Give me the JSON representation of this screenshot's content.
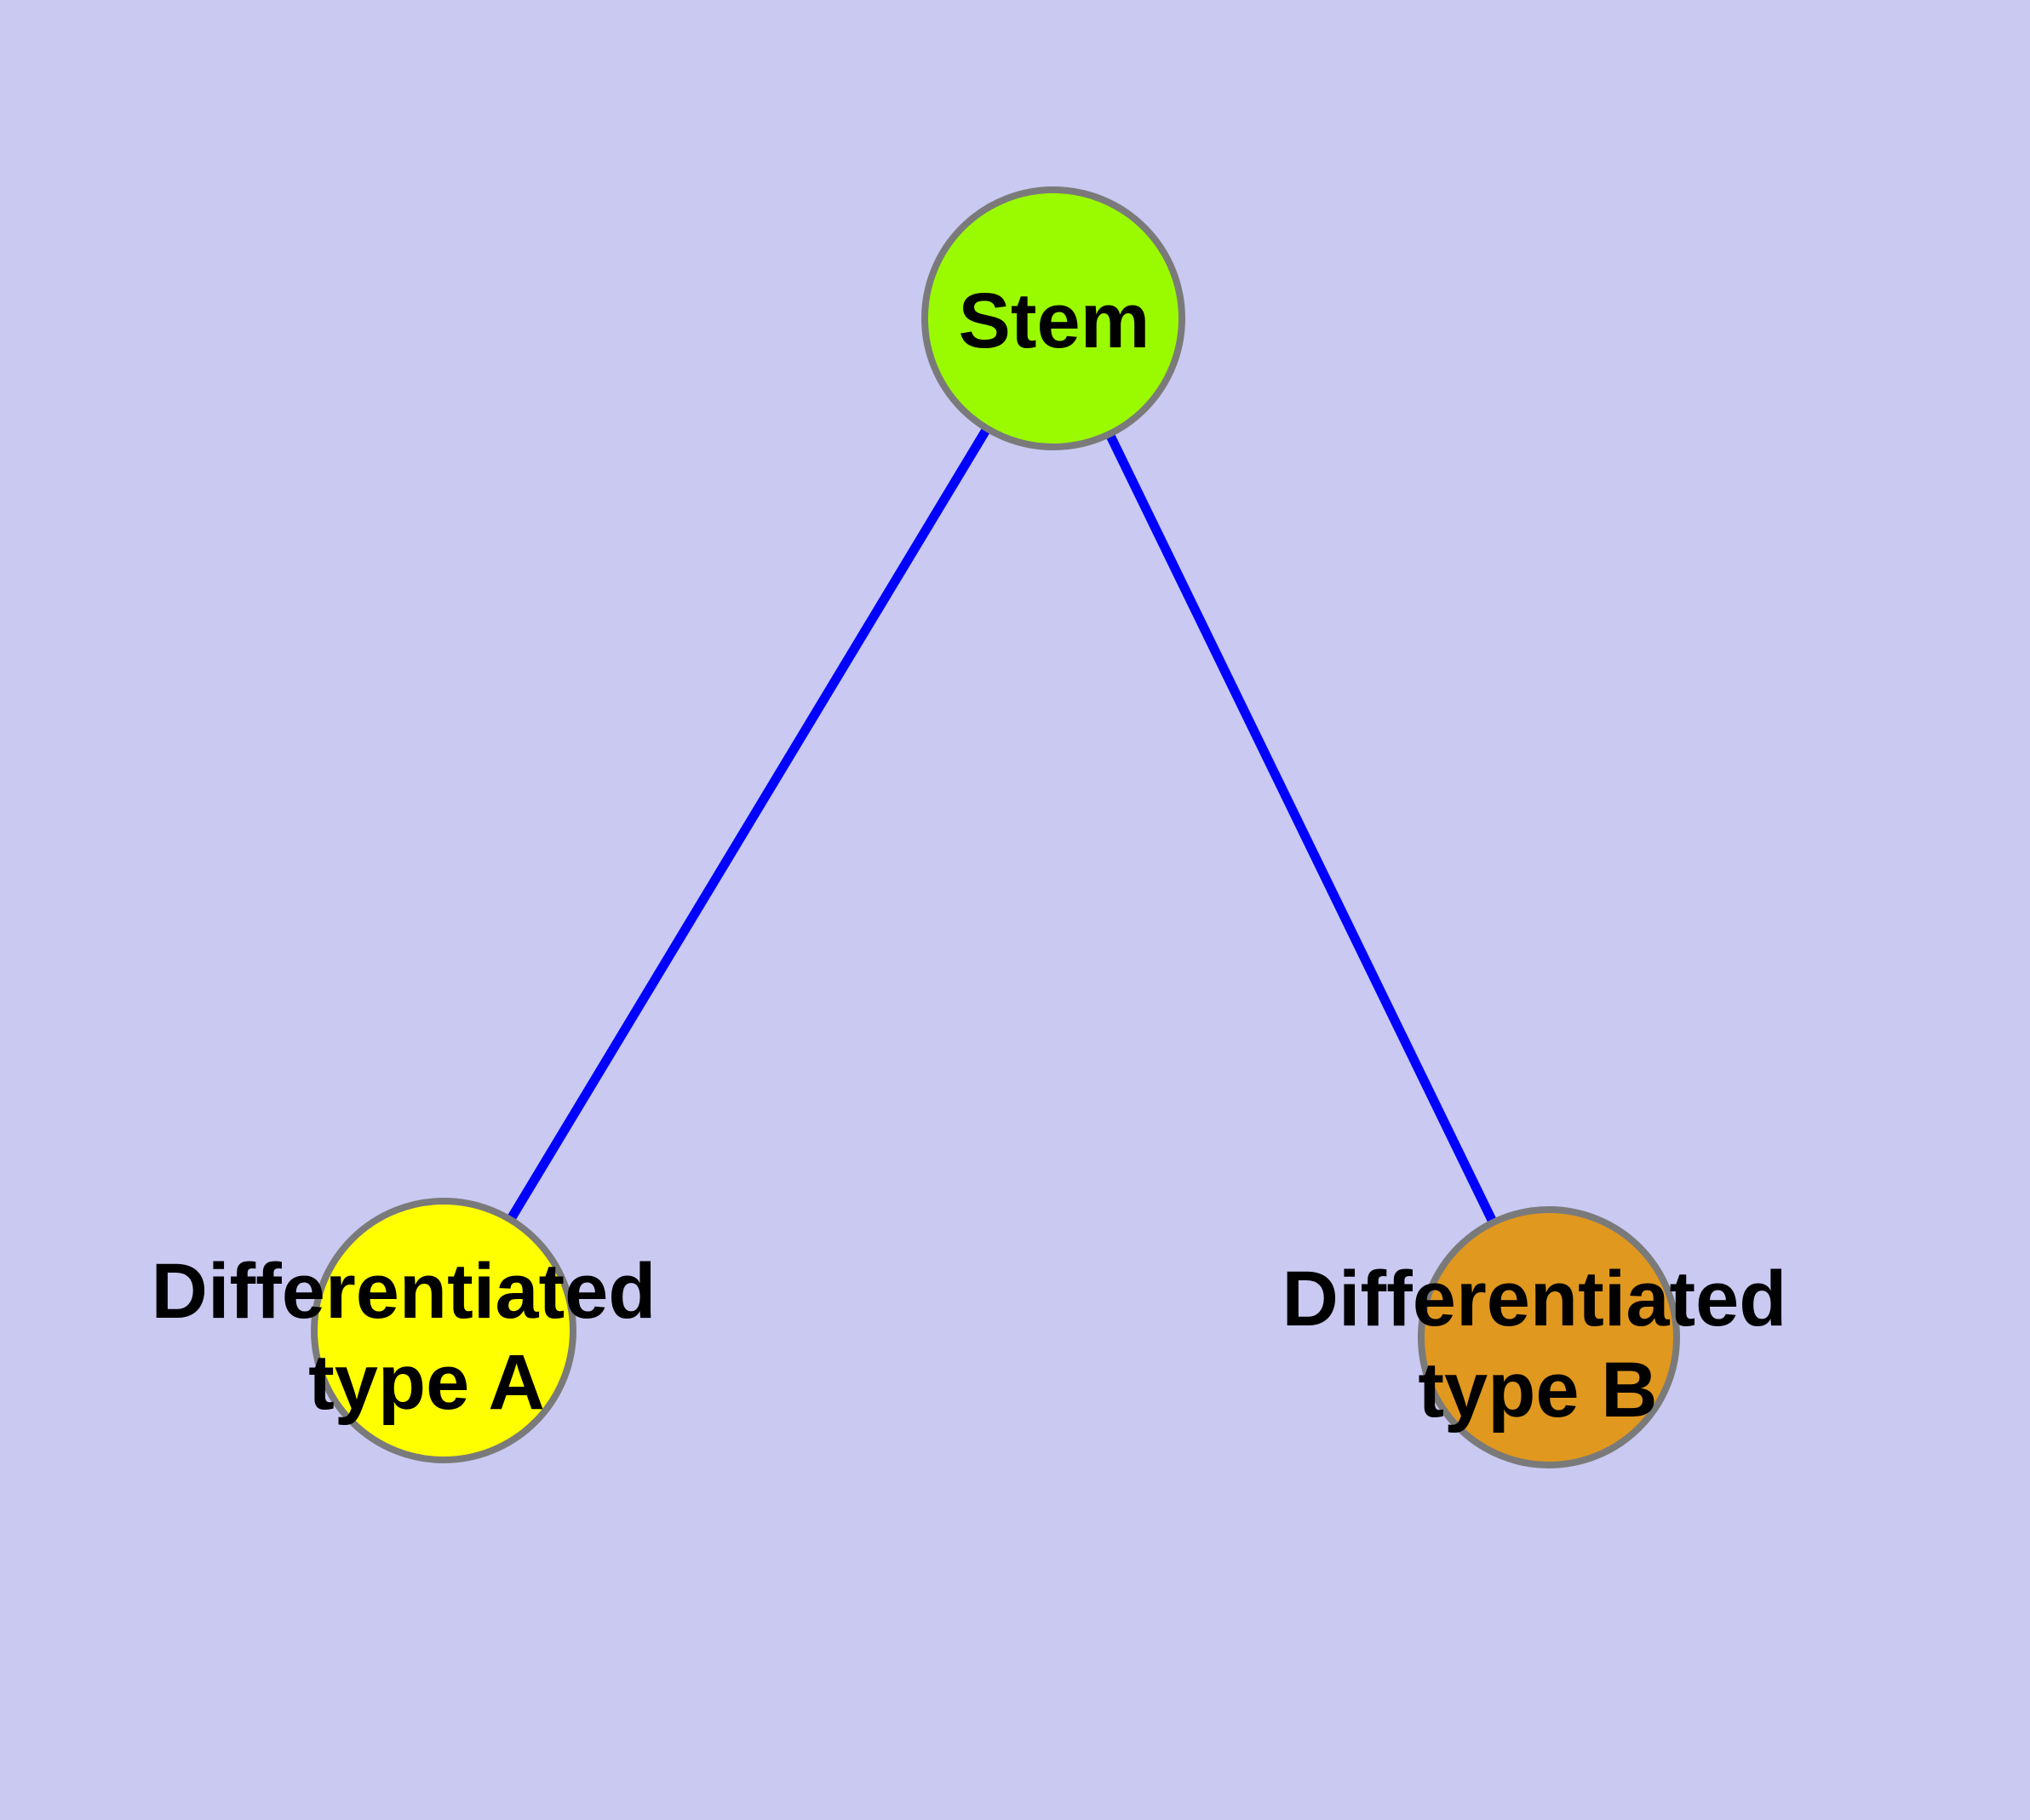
{
  "diagram": {
    "title": "",
    "background_color": "#C9C9F2",
    "edge_color": "#0000FF",
    "node_border_color": "#7A7A7A",
    "label_color": "#000000",
    "nodes": [
      {
        "id": "stem",
        "label": "Stem",
        "fill": "#9AFB00"
      },
      {
        "id": "type-a",
        "label_line1": "Differentiated",
        "label_line2": "type A",
        "fill": "#FFFF00"
      },
      {
        "id": "type-b",
        "label_line1": "Differentiated",
        "label_line2": "type B",
        "fill": "#E0981F"
      }
    ],
    "edges": [
      {
        "from": "Stem",
        "to": "Differentiated type A"
      },
      {
        "from": "Stem",
        "to": "Differentiated type B"
      }
    ]
  }
}
